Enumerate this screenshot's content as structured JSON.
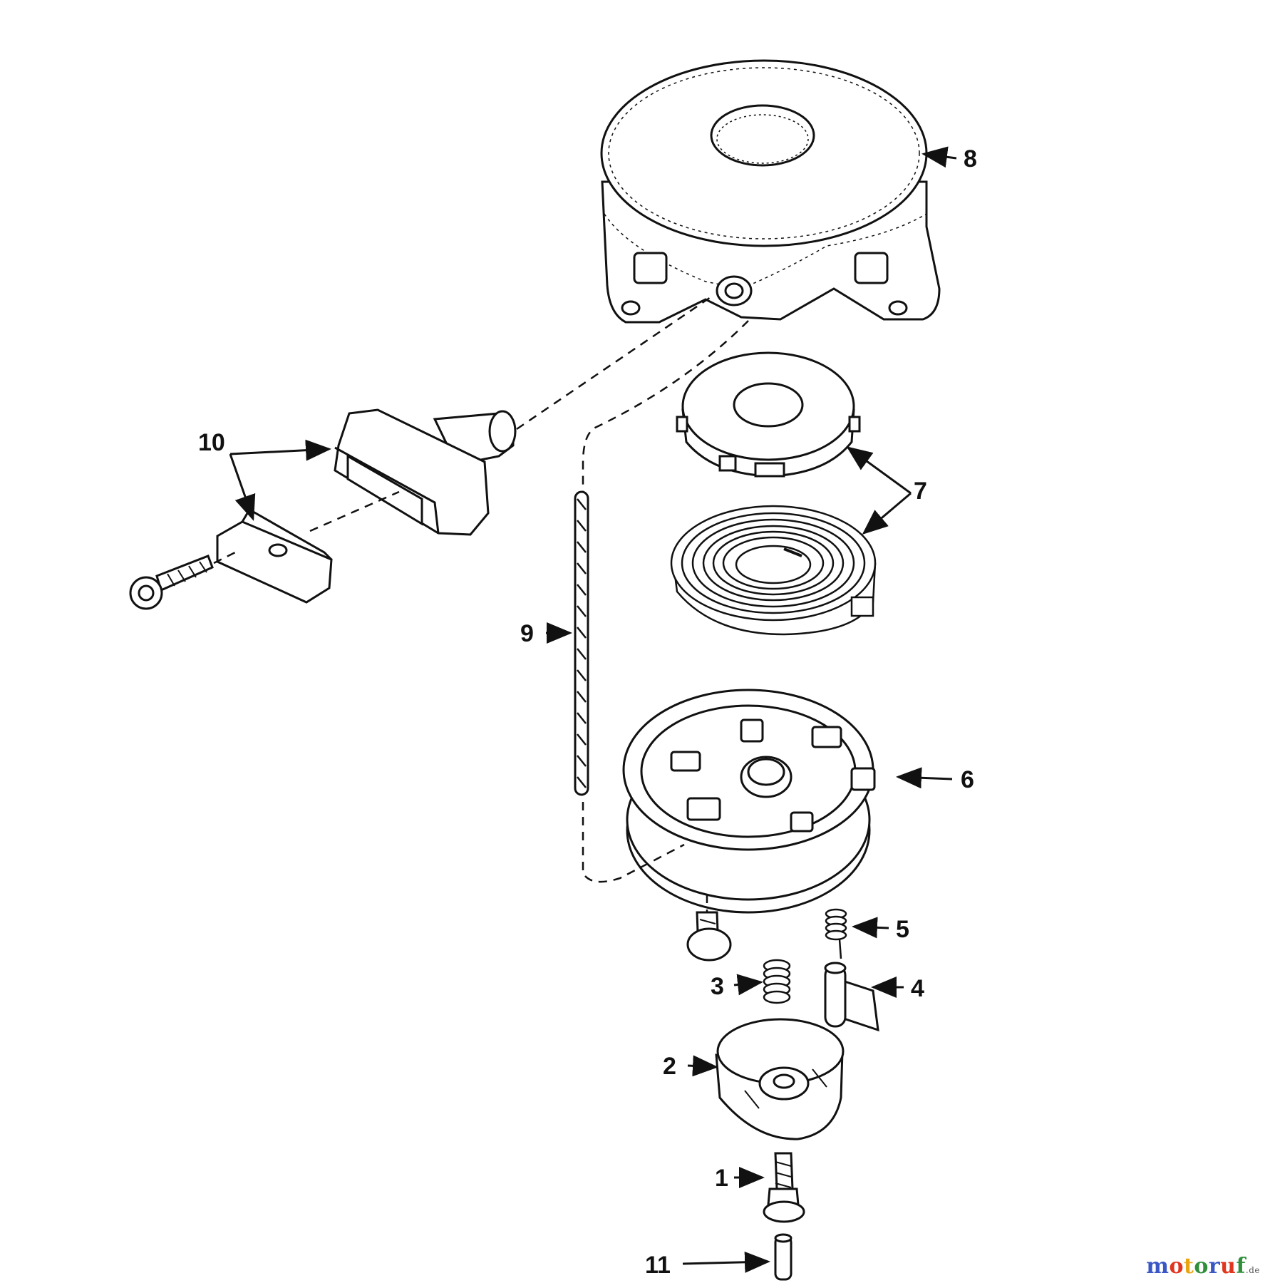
{
  "diagram": {
    "callouts": [
      {
        "id": "1",
        "label": "1"
      },
      {
        "id": "2",
        "label": "2"
      },
      {
        "id": "3",
        "label": "3"
      },
      {
        "id": "4",
        "label": "4"
      },
      {
        "id": "5",
        "label": "5"
      },
      {
        "id": "6",
        "label": "6"
      },
      {
        "id": "7",
        "label": "7"
      },
      {
        "id": "8",
        "label": "8"
      },
      {
        "id": "9",
        "label": "9"
      },
      {
        "id": "10",
        "label": "10"
      },
      {
        "id": "11",
        "label": "11"
      }
    ]
  },
  "watermark": {
    "letters": [
      "m",
      "o",
      "t",
      "o",
      "r",
      "u",
      "f"
    ],
    "tld": ".de",
    "colors": [
      "#3a57c4",
      "#e0361f",
      "#e8a712",
      "#2f8f3a",
      "#3a57c4",
      "#e0361f",
      "#2f8f3a"
    ]
  }
}
